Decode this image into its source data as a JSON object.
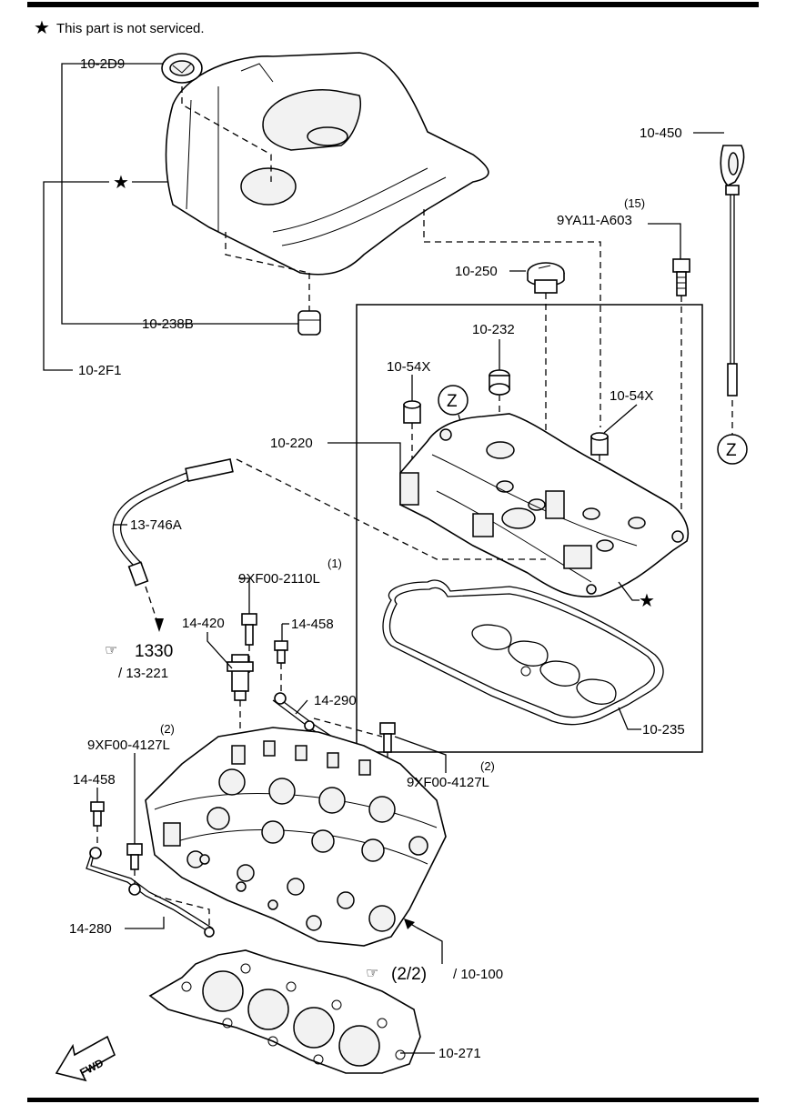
{
  "note": {
    "star": "★",
    "text": "This part is not serviced."
  },
  "labels": {
    "l_10_2d9": "10-2D9",
    "l_10_238b": "10-238B",
    "l_10_2f1": "10-2F1",
    "l_10_450": "10-450",
    "l_qty15": "(15)",
    "l_9ya11": "9YA11-A603",
    "l_10_250": "10-250",
    "l_10_232": "10-232",
    "l_10_54x_a": "10-54X",
    "l_10_54x_b": "10-54X",
    "l_10_220": "10-220",
    "l_13_746a": "13-746A",
    "l_qty1": "(1)",
    "l_9xf00_2110l": "9XF00-2110L",
    "l_14_420": "14-420",
    "l_14_458_a": "14-458",
    "l_1330": "1330",
    "l_13_221": "/ 13-221",
    "l_14_290": "14-290",
    "l_qty2_a": "(2)",
    "l_9xf00_4127l_a": "9XF00-4127L",
    "l_qty2_b": "(2)",
    "l_9xf00_4127l_b": "9XF00-4127L",
    "l_14_458_b": "14-458",
    "l_10_235": "10-235",
    "l_14_280": "14-280",
    "l_22": "(2/2)",
    "l_10_100": "/ 10-100",
    "l_10_271": "10-271",
    "z1": "Z",
    "z2": "Z",
    "fwd": "FWD"
  }
}
